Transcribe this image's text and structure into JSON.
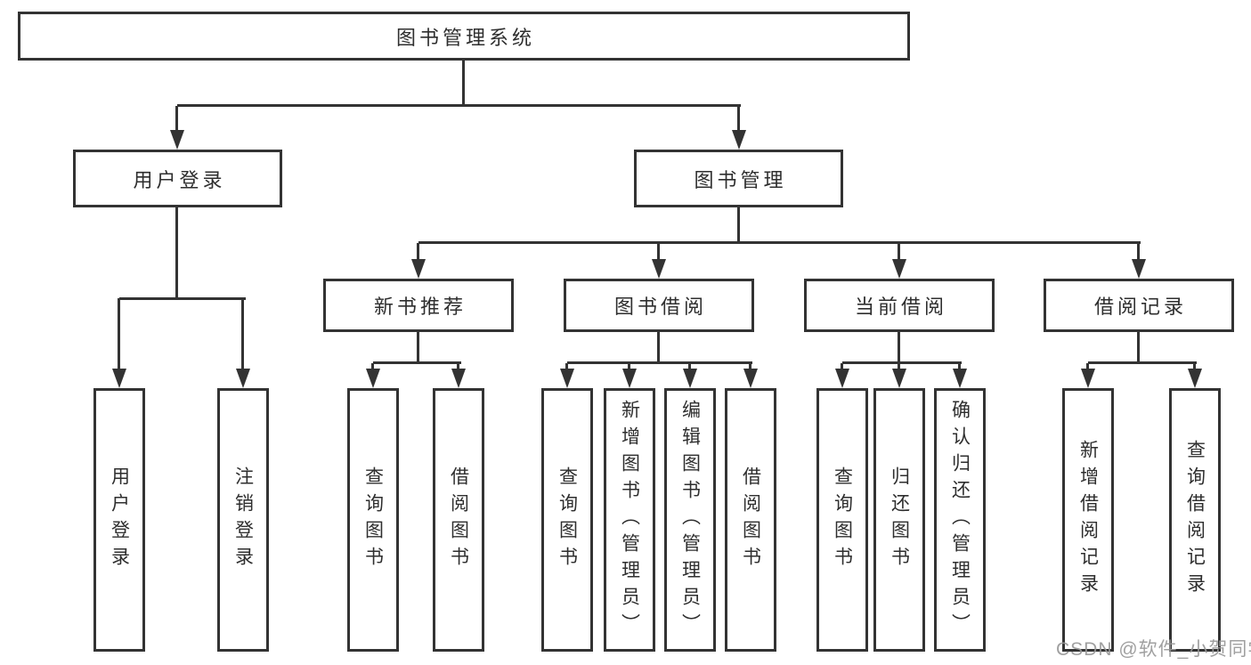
{
  "diagram": {
    "root": {
      "label": "图书管理系统"
    },
    "level1": [
      {
        "label": "用户登录"
      },
      {
        "label": "图书管理"
      }
    ],
    "level2": [
      {
        "label": "新书推荐"
      },
      {
        "label": "图书借阅"
      },
      {
        "label": "当前借阅"
      },
      {
        "label": "借阅记录"
      }
    ],
    "leaves": {
      "user_login": [
        {
          "label": "用户登录"
        },
        {
          "label": "注销登录"
        }
      ],
      "new_book": [
        {
          "label": "查询图书"
        },
        {
          "label": "借阅图书"
        }
      ],
      "book_borrow": [
        {
          "label": "查询图书"
        },
        {
          "label": "新增图书（管理员）"
        },
        {
          "label": "编辑图书（管理员）"
        },
        {
          "label": "借阅图书"
        }
      ],
      "current_borrow": [
        {
          "label": "查询图书"
        },
        {
          "label": "归还图书"
        },
        {
          "label": "确认归还（管理员）"
        }
      ],
      "borrow_record": [
        {
          "label": "新增借阅记录"
        },
        {
          "label": "查询借阅记录"
        }
      ]
    }
  },
  "watermark": {
    "text": "CSDN @软件_小贺同学"
  },
  "colors": {
    "line": "#333333",
    "text": "#2e2e2e",
    "background": "#ffffff",
    "watermark": "#989898"
  }
}
